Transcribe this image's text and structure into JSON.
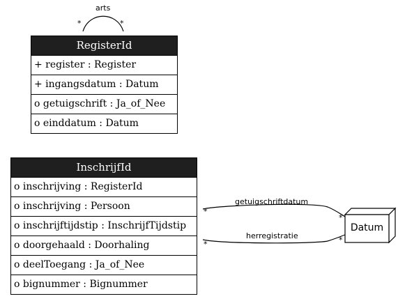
{
  "registerId": {
    "title": "RegisterId",
    "rows": [
      "+ register : Register",
      "+ ingangsdatum : Datum",
      "o getuigschrift : Ja_of_Nee",
      "o einddatum : Datum"
    ],
    "self_assoc": {
      "label": "arts",
      "mult_left": "*",
      "mult_right": "*"
    }
  },
  "inschrijfId": {
    "title": "InschrijfId",
    "rows": [
      "o inschrijving : RegisterId",
      "o inschrijving : Persoon",
      "o inschrijftijdstip : InschrijfTijdstip",
      "o doorgehaald : Doorhaling",
      "o deelToegang : Ja_of_Nee",
      "o bignummer : Bignummer"
    ]
  },
  "datum": {
    "title": "Datum"
  },
  "associations": [
    {
      "label": "getuigschriftdatum",
      "mult_src": "*",
      "mult_dst": "*"
    },
    {
      "label": "herregistratie",
      "mult_src": "*",
      "mult_dst": "*"
    }
  ]
}
